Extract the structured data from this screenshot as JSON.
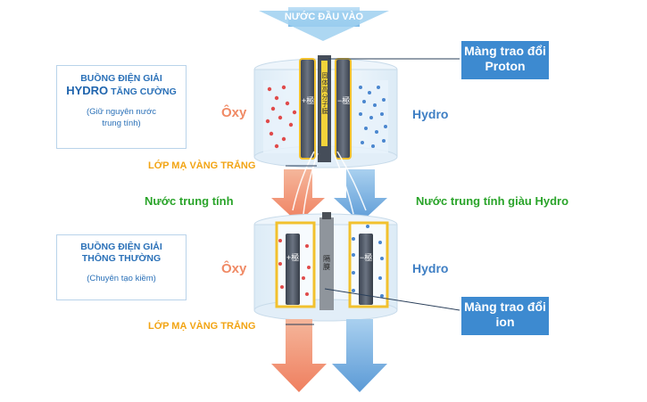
{
  "inlet_label": "NƯỚC ĐẦU VÀO",
  "top_chamber": {
    "title_line1": "BUỒNG ĐIỆN GIẢI",
    "title_highlight": "HYDRO",
    "title_rest": " TĂNG CƯỜNG",
    "note": "(Giữ nguyên nước trung tính)",
    "left_gas": "Ôxy",
    "right_gas": "Hydro",
    "coating": "LỚP MẠ VÀNG TRẮNG",
    "callout": "Màng trao đổi Proton",
    "electrode_plus": "+極",
    "electrode_minus": "−極",
    "membrane_glyphs": "固体高分子膜"
  },
  "middle": {
    "left_output": "Nước trung tính",
    "right_output": "Nước trung tính giàu Hydro"
  },
  "bottom_chamber": {
    "title_line1": "BUỒNG ĐIỆN GIẢI",
    "title_line2": "THÔNG THƯỜNG",
    "note": "(Chuyên tạo kiềm)",
    "left_gas": "Ôxy",
    "right_gas": "Hydro",
    "coating": "LỚP MẠ VÀNG TRẮNG",
    "callout": "Màng trao đổi ion",
    "electrode_plus": "+極",
    "electrode_minus": "−極",
    "membrane_glyphs": "隔膜"
  },
  "colors": {
    "oxy": "#f08a65",
    "hydro": "#3f7fc4",
    "coating": "#f2a413",
    "green": "#2aa42a",
    "callout_bg": "#3d8ad0"
  }
}
